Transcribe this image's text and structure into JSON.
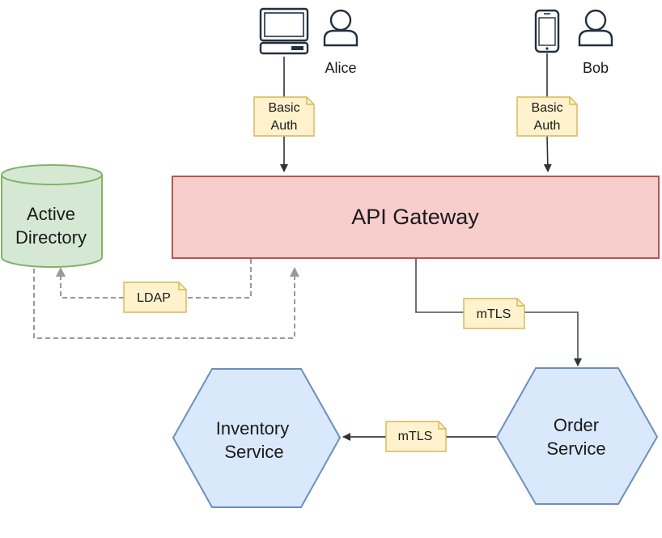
{
  "users": {
    "alice": {
      "name": "Alice",
      "device_icon": "laptop-icon",
      "icon": "user-icon"
    },
    "bob": {
      "name": "Bob",
      "device_icon": "mobile-phone-icon",
      "icon": "user-icon"
    }
  },
  "notes": {
    "alice_auth": {
      "line1": "Basic",
      "line2": "Auth"
    },
    "bob_auth": {
      "line1": "Basic",
      "line2": "Auth"
    },
    "ldap": "LDAP",
    "gateway_to_order": "mTLS",
    "order_to_inventory": "mTLS"
  },
  "nodes": {
    "gateway": "API Gateway",
    "active_directory": {
      "line1": "Active",
      "line2": "Directory"
    },
    "inventory": {
      "line1": "Inventory",
      "line2": "Service"
    },
    "order": {
      "line1": "Order",
      "line2": "Service"
    }
  },
  "colors": {
    "gateway_fill": "#f8cecc",
    "gateway_stroke": "#b85450",
    "ad_fill": "#d5e8d4",
    "ad_stroke": "#82b366",
    "service_fill": "#dae8fc",
    "service_stroke": "#6c8ebf",
    "note_fill": "#fff2cc",
    "note_stroke": "#d6b656",
    "edge": "#4d4d4d",
    "dashed_edge": "#999999"
  }
}
